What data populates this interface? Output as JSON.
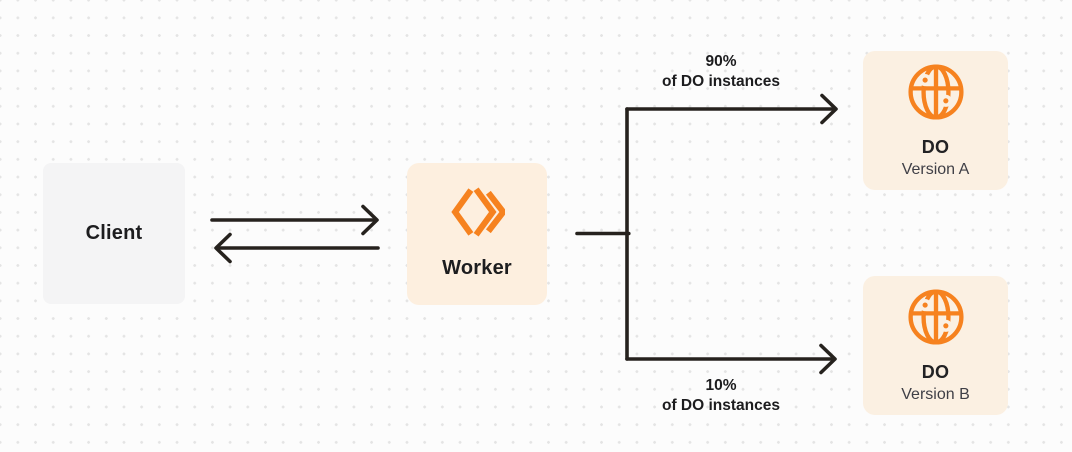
{
  "colors": {
    "accent": "#f6821f",
    "line": "#26221e",
    "ink": "#1d1d1f",
    "subtle": "#3f3f46",
    "client_bg": "#f4f4f5",
    "worker_bg": "#fdefdf",
    "do_bg": "#fbf0e2",
    "dot_grid": "#e4e4e4",
    "canvas_bg": "#fcfcfc"
  },
  "nodes": {
    "client": {
      "label": "Client"
    },
    "worker": {
      "label": "Worker",
      "icon": "workers-icon"
    },
    "do_a": {
      "title": "DO",
      "subtitle": "Version A",
      "icon": "globe-icon"
    },
    "do_b": {
      "title": "DO",
      "subtitle": "Version B",
      "icon": "globe-icon"
    }
  },
  "edges": {
    "client_worker": {
      "direction": "bidirectional"
    },
    "top": {
      "percent": "90%",
      "caption": "of DO instances"
    },
    "bottom": {
      "percent": "10%",
      "caption": "of DO instances"
    }
  }
}
